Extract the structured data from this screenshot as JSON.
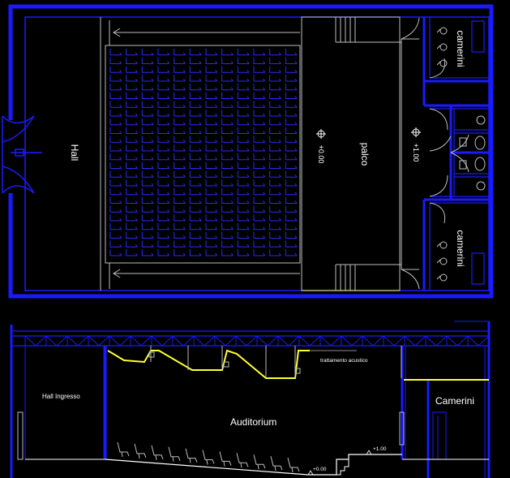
{
  "plan": {
    "labels": {
      "hall": "Hall",
      "palco": "palco",
      "camerini_top": "camerini",
      "camerini_bottom": "camerini",
      "level_stalls": "+0.00",
      "level_stage": "+1.00"
    },
    "seating": {
      "columns": 12,
      "rows_per_column": 24
    }
  },
  "section": {
    "labels": {
      "hall_ingresso": "Hall Ingresso",
      "auditorium": "Auditorium",
      "camerini": "Camerini",
      "trattamento": "trattamento acustico",
      "level_stage": "+1.00",
      "level_floor": "+0.00"
    },
    "seats_count": 11
  },
  "colors": {
    "wall": "#1a1aff",
    "yellow": "#ffff33",
    "white": "#ffffff",
    "gray": "#bdbdbd",
    "black": "#000000"
  }
}
